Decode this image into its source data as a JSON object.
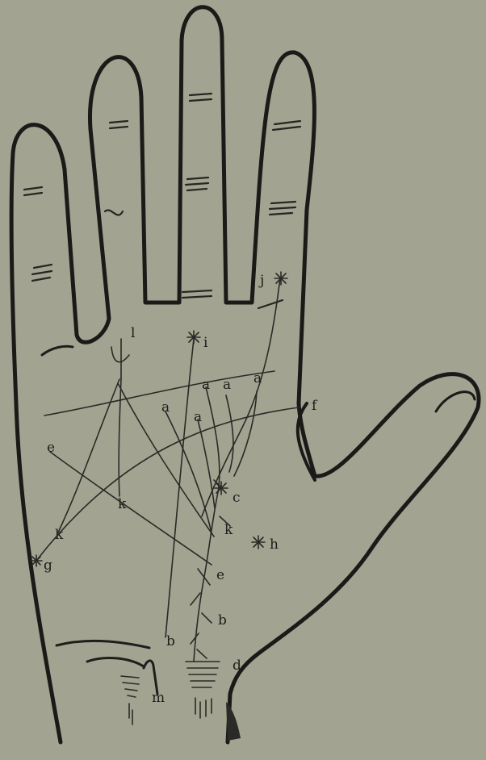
{
  "labels": {
    "a": "a",
    "b": "b",
    "c": "c",
    "d": "d",
    "e": "e",
    "f": "f",
    "g": "g",
    "h": "h",
    "i": "i",
    "j": "j",
    "k": "k",
    "l": "l",
    "m": "m"
  },
  "colors": {
    "paper": "#a3a392",
    "ink": "#1a1a18"
  }
}
